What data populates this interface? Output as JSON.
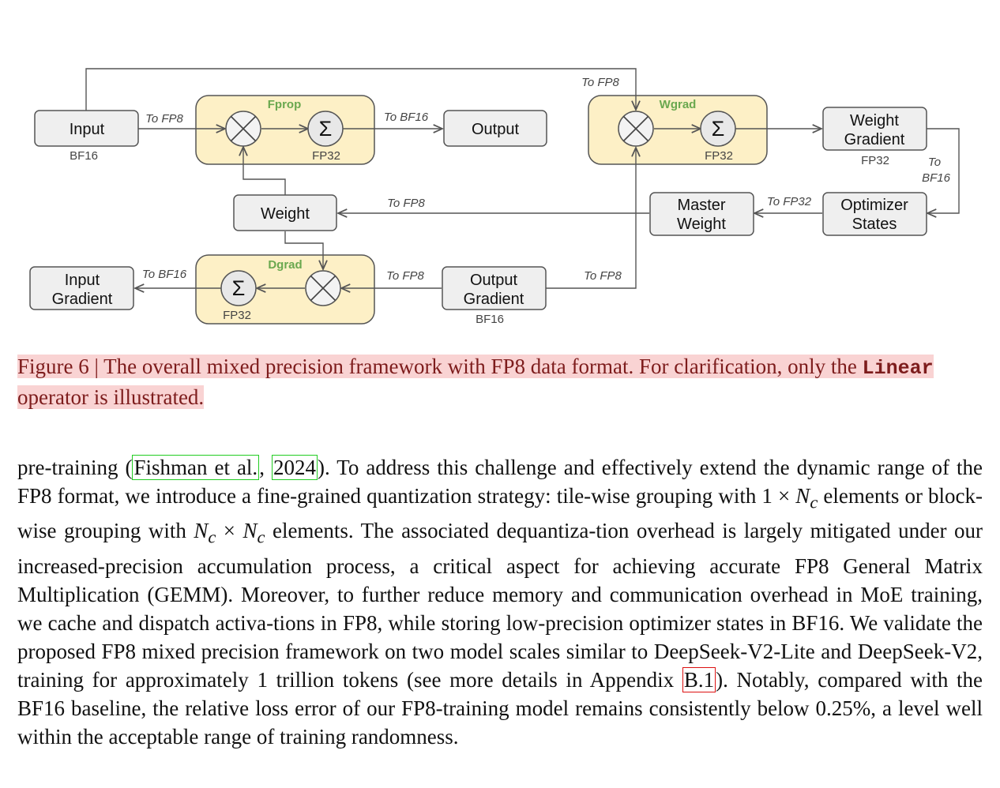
{
  "diagram": {
    "groups": {
      "fprop": "Fprop",
      "wgrad": "Wgrad",
      "dgrad": "Dgrad"
    },
    "nodes": {
      "input": [
        "Input"
      ],
      "output": [
        "Output"
      ],
      "weight": [
        "Weight"
      ],
      "weight_gradient": [
        "Weight",
        "Gradient"
      ],
      "master_weight": [
        "Master",
        "Weight"
      ],
      "optimizer_states": [
        "Optimizer",
        "States"
      ],
      "output_gradient": [
        "Output",
        "Gradient"
      ],
      "input_gradient": [
        "Input",
        "Gradient"
      ]
    },
    "precisions": {
      "input": "BF16",
      "fprop_acc": "FP32",
      "wgrad_acc": "FP32",
      "weight_gradient": "FP32",
      "dgrad_acc": "FP32",
      "output_gradient": "BF16"
    },
    "edge_labels": {
      "input_to_fprop": "To FP8",
      "fprop_to_output": "To BF16",
      "input_to_wgrad": "To FP8",
      "weight_gradient_to_optimizer": [
        "To",
        "BF16"
      ],
      "master_to_weight": "To FP8",
      "optimizer_to_master": "To FP32",
      "dgrad_to_input_gradient": "To BF16",
      "output_gradient_to_dgrad": "To FP8",
      "output_gradient_to_wgrad": "To FP8"
    },
    "symbols": {
      "multiply": "✕",
      "sum": "Σ"
    }
  },
  "caption": {
    "label": "Figure 6 | ",
    "text_1": "The overall mixed precision framework with FP8 data format. For clarification, only the ",
    "code": "Linear",
    "text_2": " operator is illustrated."
  },
  "body": {
    "t1": "pre-training (",
    "cite_author": "Fishman et al.",
    "t2": ", ",
    "cite_year": "2024",
    "t3": "). To address this challenge and effectively extend the dynamic range of the FP8 format, we introduce a fine-grained quantization strategy: tile-wise grouping with 1 × ",
    "nc1": "N",
    "nc1_sub": "c",
    "t4": " elements or block-wise grouping with ",
    "nc2": "N",
    "nc2_sub": "c",
    "t5": " × ",
    "nc3": "N",
    "nc3_sub": "c",
    "t6": " elements. The associated dequantiza-­tion overhead is largely mitigated under our increased-precision accumulation process, a critical aspect for achieving accurate FP8 General Matrix Multiplication (GEMM). Moreover, to further reduce memory and communication overhead in MoE training, we cache and dispatch activa-­tions in FP8, while storing low-precision optimizer states in BF16. We validate the proposed FP8 mixed precision framework on two model scales similar to DeepSeek-V2-Lite and DeepSeek-V2, training for approximately 1 trillion tokens (see more details in Appendix ",
    "ref": "B.1",
    "t7": "). Notably, compared with the BF16 baseline, the relative loss error of our FP8-training model remains consistently below 0.25%, a level well within the acceptable range of training randomness."
  }
}
